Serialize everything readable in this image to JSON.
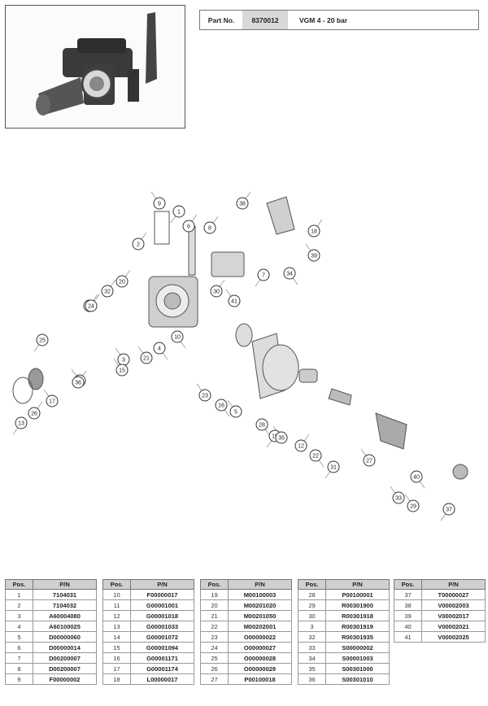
{
  "header": {
    "part_no_label": "Part No.",
    "part_no_value": "8370012",
    "model": "VGM 4 - 20 bar"
  },
  "callouts": [
    "1",
    "2",
    "3",
    "4",
    "5",
    "6",
    "7",
    "8",
    "9",
    "10",
    "11",
    "12",
    "13",
    "14",
    "15",
    "16",
    "17",
    "18",
    "19",
    "20",
    "21",
    "22",
    "23",
    "24",
    "25",
    "26",
    "27",
    "28",
    "29",
    "30",
    "31",
    "32",
    "33",
    "34",
    "35",
    "36",
    "37",
    "38",
    "39",
    "40",
    "41"
  ],
  "tables": [
    {
      "headers": [
        "Pos.",
        "P/N"
      ],
      "rows": [
        [
          "1",
          "7104031"
        ],
        [
          "2",
          "7104032"
        ],
        [
          "3",
          "A60004080"
        ],
        [
          "4",
          "A60100025"
        ],
        [
          "5",
          "D00000060"
        ],
        [
          "6",
          "D00000014"
        ],
        [
          "7",
          "D00200007"
        ],
        [
          "8",
          "D00200007"
        ],
        [
          "9",
          "F00000002"
        ]
      ]
    },
    {
      "headers": [
        "Pos.",
        "P/N"
      ],
      "rows": [
        [
          "10",
          "F00000017"
        ],
        [
          "11",
          "G00001001"
        ],
        [
          "12",
          "G00001018"
        ],
        [
          "13",
          "G00001033"
        ],
        [
          "14",
          "G00001072"
        ],
        [
          "15",
          "G00001094"
        ],
        [
          "16",
          "G00001171"
        ],
        [
          "17",
          "G00001174"
        ],
        [
          "18",
          "L00000017"
        ]
      ]
    },
    {
      "headers": [
        "Pos.",
        "P/N"
      ],
      "rows": [
        [
          "19",
          "M00100003"
        ],
        [
          "20",
          "M00201020"
        ],
        [
          "21",
          "M00201050"
        ],
        [
          "22",
          "M00202001"
        ],
        [
          "23",
          "O00000022"
        ],
        [
          "24",
          "O00000027"
        ],
        [
          "25",
          "O00000028"
        ],
        [
          "26",
          "O00000029"
        ],
        [
          "27",
          "P00100018"
        ]
      ]
    },
    {
      "headers": [
        "Pos.",
        "P/N"
      ],
      "rows": [
        [
          "28",
          "P00100001"
        ],
        [
          "29",
          "R00301900"
        ],
        [
          "30",
          "R00301918"
        ],
        [
          "3",
          "R00301919"
        ],
        [
          "32",
          "R00301935"
        ],
        [
          "33",
          "S00000002"
        ],
        [
          "34",
          "S00001003"
        ],
        [
          "35",
          "S00301000"
        ],
        [
          "36",
          "S00301010"
        ]
      ]
    },
    {
      "headers": [
        "Pos.",
        "P/N"
      ],
      "rows": [
        [
          "37",
          "T00000027"
        ],
        [
          "38",
          "V00002003"
        ],
        [
          "39",
          "V00002017"
        ],
        [
          "40",
          "V00002021"
        ],
        [
          "41",
          "V00002025"
        ]
      ]
    }
  ]
}
